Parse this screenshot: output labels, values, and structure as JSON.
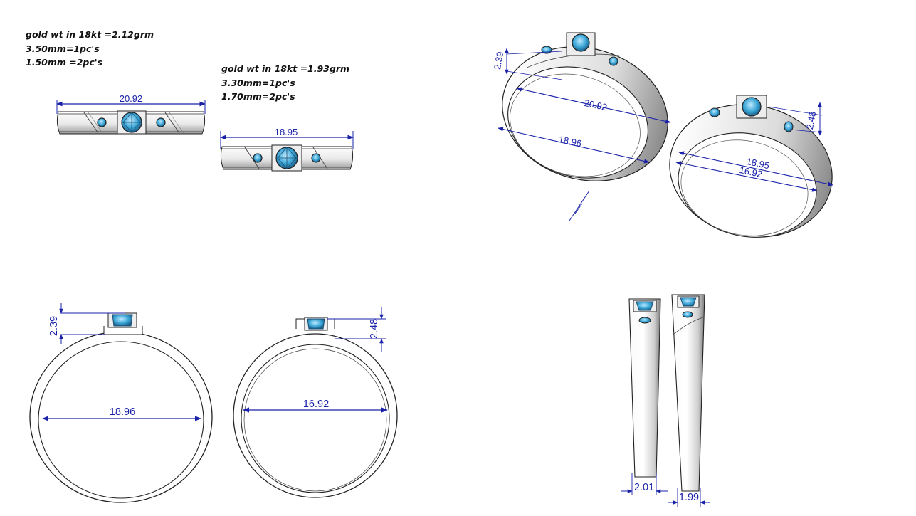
{
  "ring1": {
    "gold_weight": "gold wt in 18kt =2.12grm",
    "center_stone": "3.50mm=1pc's",
    "side_stones": "1.50mm =2pc's",
    "top_width": "20.92",
    "inner_diameter": "18.96",
    "height": "2.39",
    "bottom_width": "2.01",
    "iso_width": "20.92",
    "iso_diameter": "18.96",
    "iso_height": "2.39"
  },
  "ring2": {
    "gold_weight": "gold wt in 18kt =1.93grm",
    "center_stone": "3.30mm=1pc's",
    "side_stones": "1.70mm=2pc's",
    "top_width": "18.95",
    "inner_diameter": "16.92",
    "height": "2.48",
    "bottom_width": "1.99",
    "iso_width": "18.95",
    "iso_diameter": "16.92",
    "iso_height": "2.48"
  },
  "colors": {
    "dimension": "#1a22a8",
    "stone": "#3aa6d6",
    "outline": "#222222"
  }
}
